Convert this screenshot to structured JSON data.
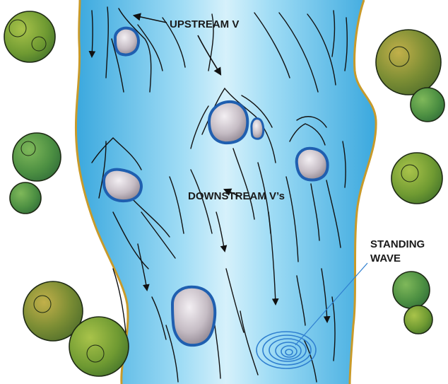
{
  "labels": {
    "upstream_v": "UPSTREAM V",
    "downstream_vs": "DOWNSTREAM V’s",
    "standing_wave_line1": "STANDING",
    "standing_wave_line2": "WAVE"
  },
  "colors": {
    "water_light": "#cfeefa",
    "water_mid": "#74c8ec",
    "water_dark": "#3aa8de",
    "bank_outline": "#c89a2a",
    "rock_fill": "#c9c2c8",
    "rock_outline": "#1f5fb0",
    "wave_line": "#2f7fd0",
    "flow_line": "#111111",
    "bush_light": "#8fb23a",
    "bush_dark": "#3a7a2e"
  }
}
